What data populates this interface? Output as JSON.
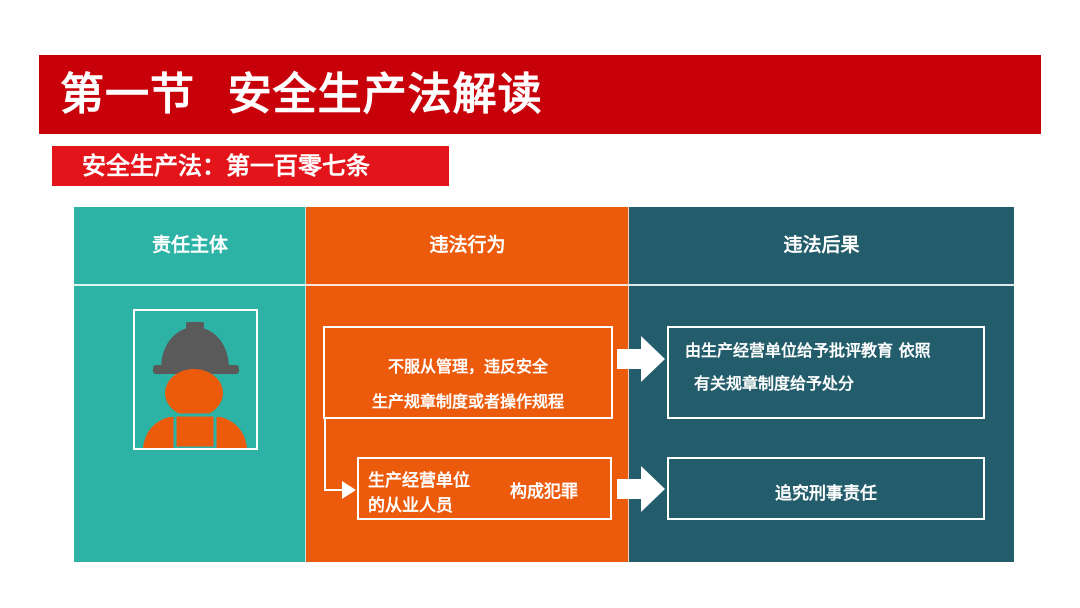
{
  "title": "第一节  安全生产法解读",
  "subtitle": "安全生产法：第一百零七条",
  "headers": {
    "col1": "责任主体",
    "col2": "违法行为",
    "col3": "违法后果"
  },
  "behavior": {
    "violation_line1": "不服从管理，违反安全",
    "violation_line2": "生产规章制度或者操作规程",
    "crime_subject_line1": "生产经营单位",
    "crime_subject_line2": "的从业人员",
    "crime_label": "构成犯罪"
  },
  "consequence": {
    "discipline_line1": "由生产经营单位给予批评教育 依照",
    "discipline_line2": "有关规章制度给予处分",
    "criminal": "追究刑事责任"
  },
  "colors": {
    "title_bg": "#c8000a",
    "subtitle_bg": "#e3141a",
    "teal": "#2db3a6",
    "orange": "#ec5b0c",
    "slate": "#235d6b"
  },
  "icons": [
    "worker-avatar-icon",
    "arrow-right-icon"
  ]
}
